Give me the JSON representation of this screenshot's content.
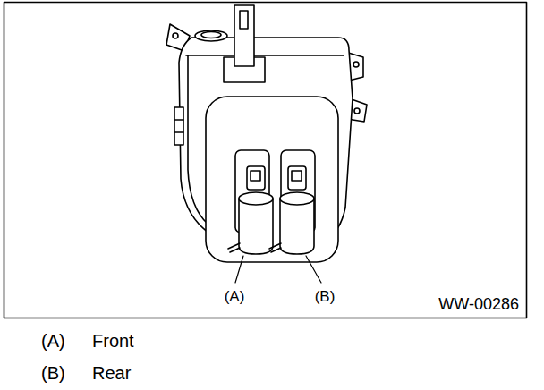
{
  "diagram": {
    "labels": [
      "(A)",
      "(B)",
      "WW-00286",
      "(A)",
      "Front",
      "(B)",
      "Rear"
    ]
  }
}
